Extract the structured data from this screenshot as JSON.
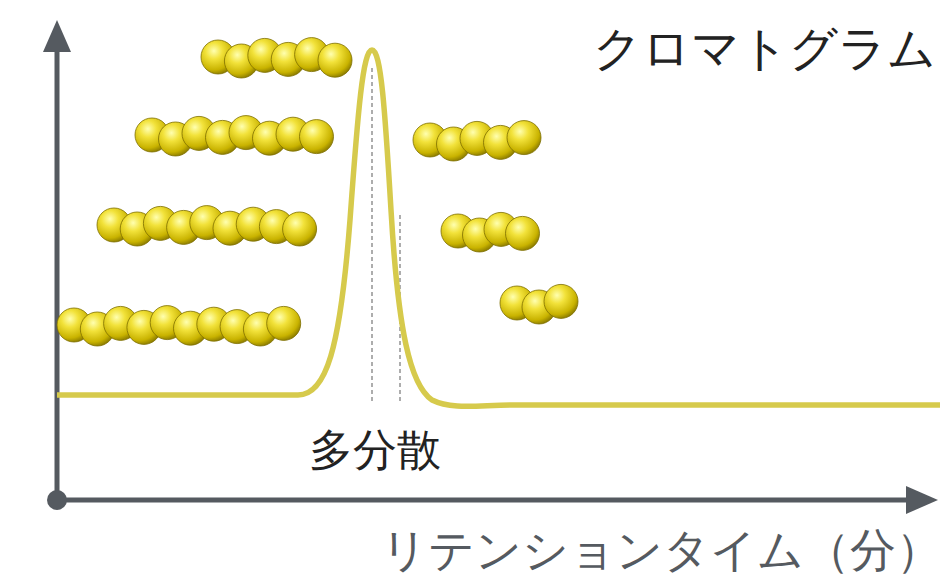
{
  "diagram": {
    "title": "クロマトグラム",
    "labels": [
      "多分散",
      "リテンションタイム（分）"
    ]
  }
}
